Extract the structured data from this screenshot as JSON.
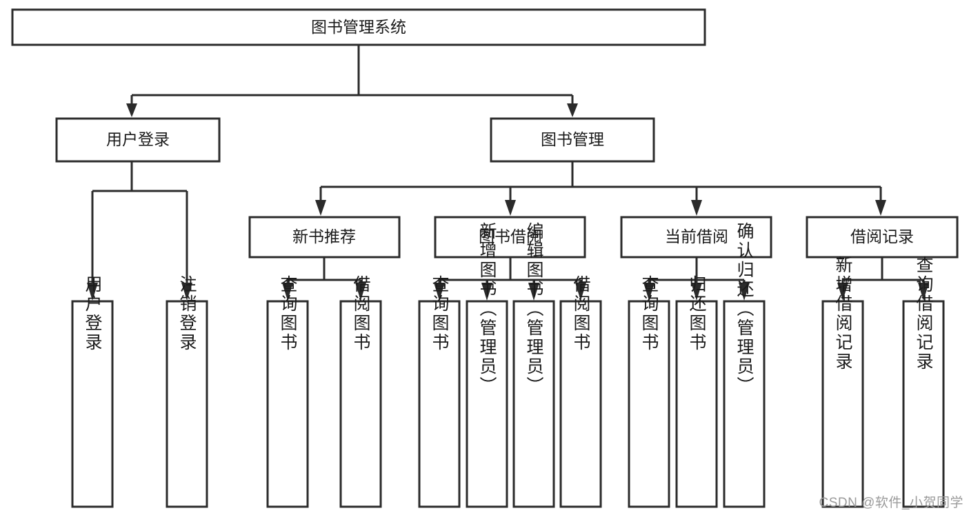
{
  "diagram": {
    "title": "图书管理系统",
    "type": "tree-hierarchy-chart",
    "watermark": "CSDN @软件_小贺同学",
    "colors": {
      "stroke": "#2b2b2b",
      "fill": "#ffffff",
      "text": "#1a1a1a",
      "watermark": "#9a9a9a"
    },
    "root": {
      "label": "图书管理系统"
    },
    "level2": [
      {
        "label": "用户登录"
      },
      {
        "label": "图书管理"
      }
    ],
    "level3": [
      {
        "label": "新书推荐"
      },
      {
        "label": "图书借阅"
      },
      {
        "label": "当前借阅"
      },
      {
        "label": "借阅记录"
      }
    ],
    "leaves": {
      "user_login": [
        {
          "label": "用户登录"
        },
        {
          "label": "注销登录"
        }
      ],
      "new_book": [
        {
          "label": "查询图书"
        },
        {
          "label": "借阅图书"
        }
      ],
      "book_borrow": [
        {
          "label": "查询图书"
        },
        {
          "label": "新增图书（管理员）"
        },
        {
          "label": "编辑图书（管理员）"
        },
        {
          "label": "借阅图书"
        }
      ],
      "current_borrow": [
        {
          "label": "查询图书"
        },
        {
          "label": "归还图书"
        },
        {
          "label": "确认归还（管理员）"
        }
      ],
      "borrow_record": [
        {
          "label": "新增借阅记录"
        },
        {
          "label": "查询借阅记录"
        }
      ]
    }
  }
}
